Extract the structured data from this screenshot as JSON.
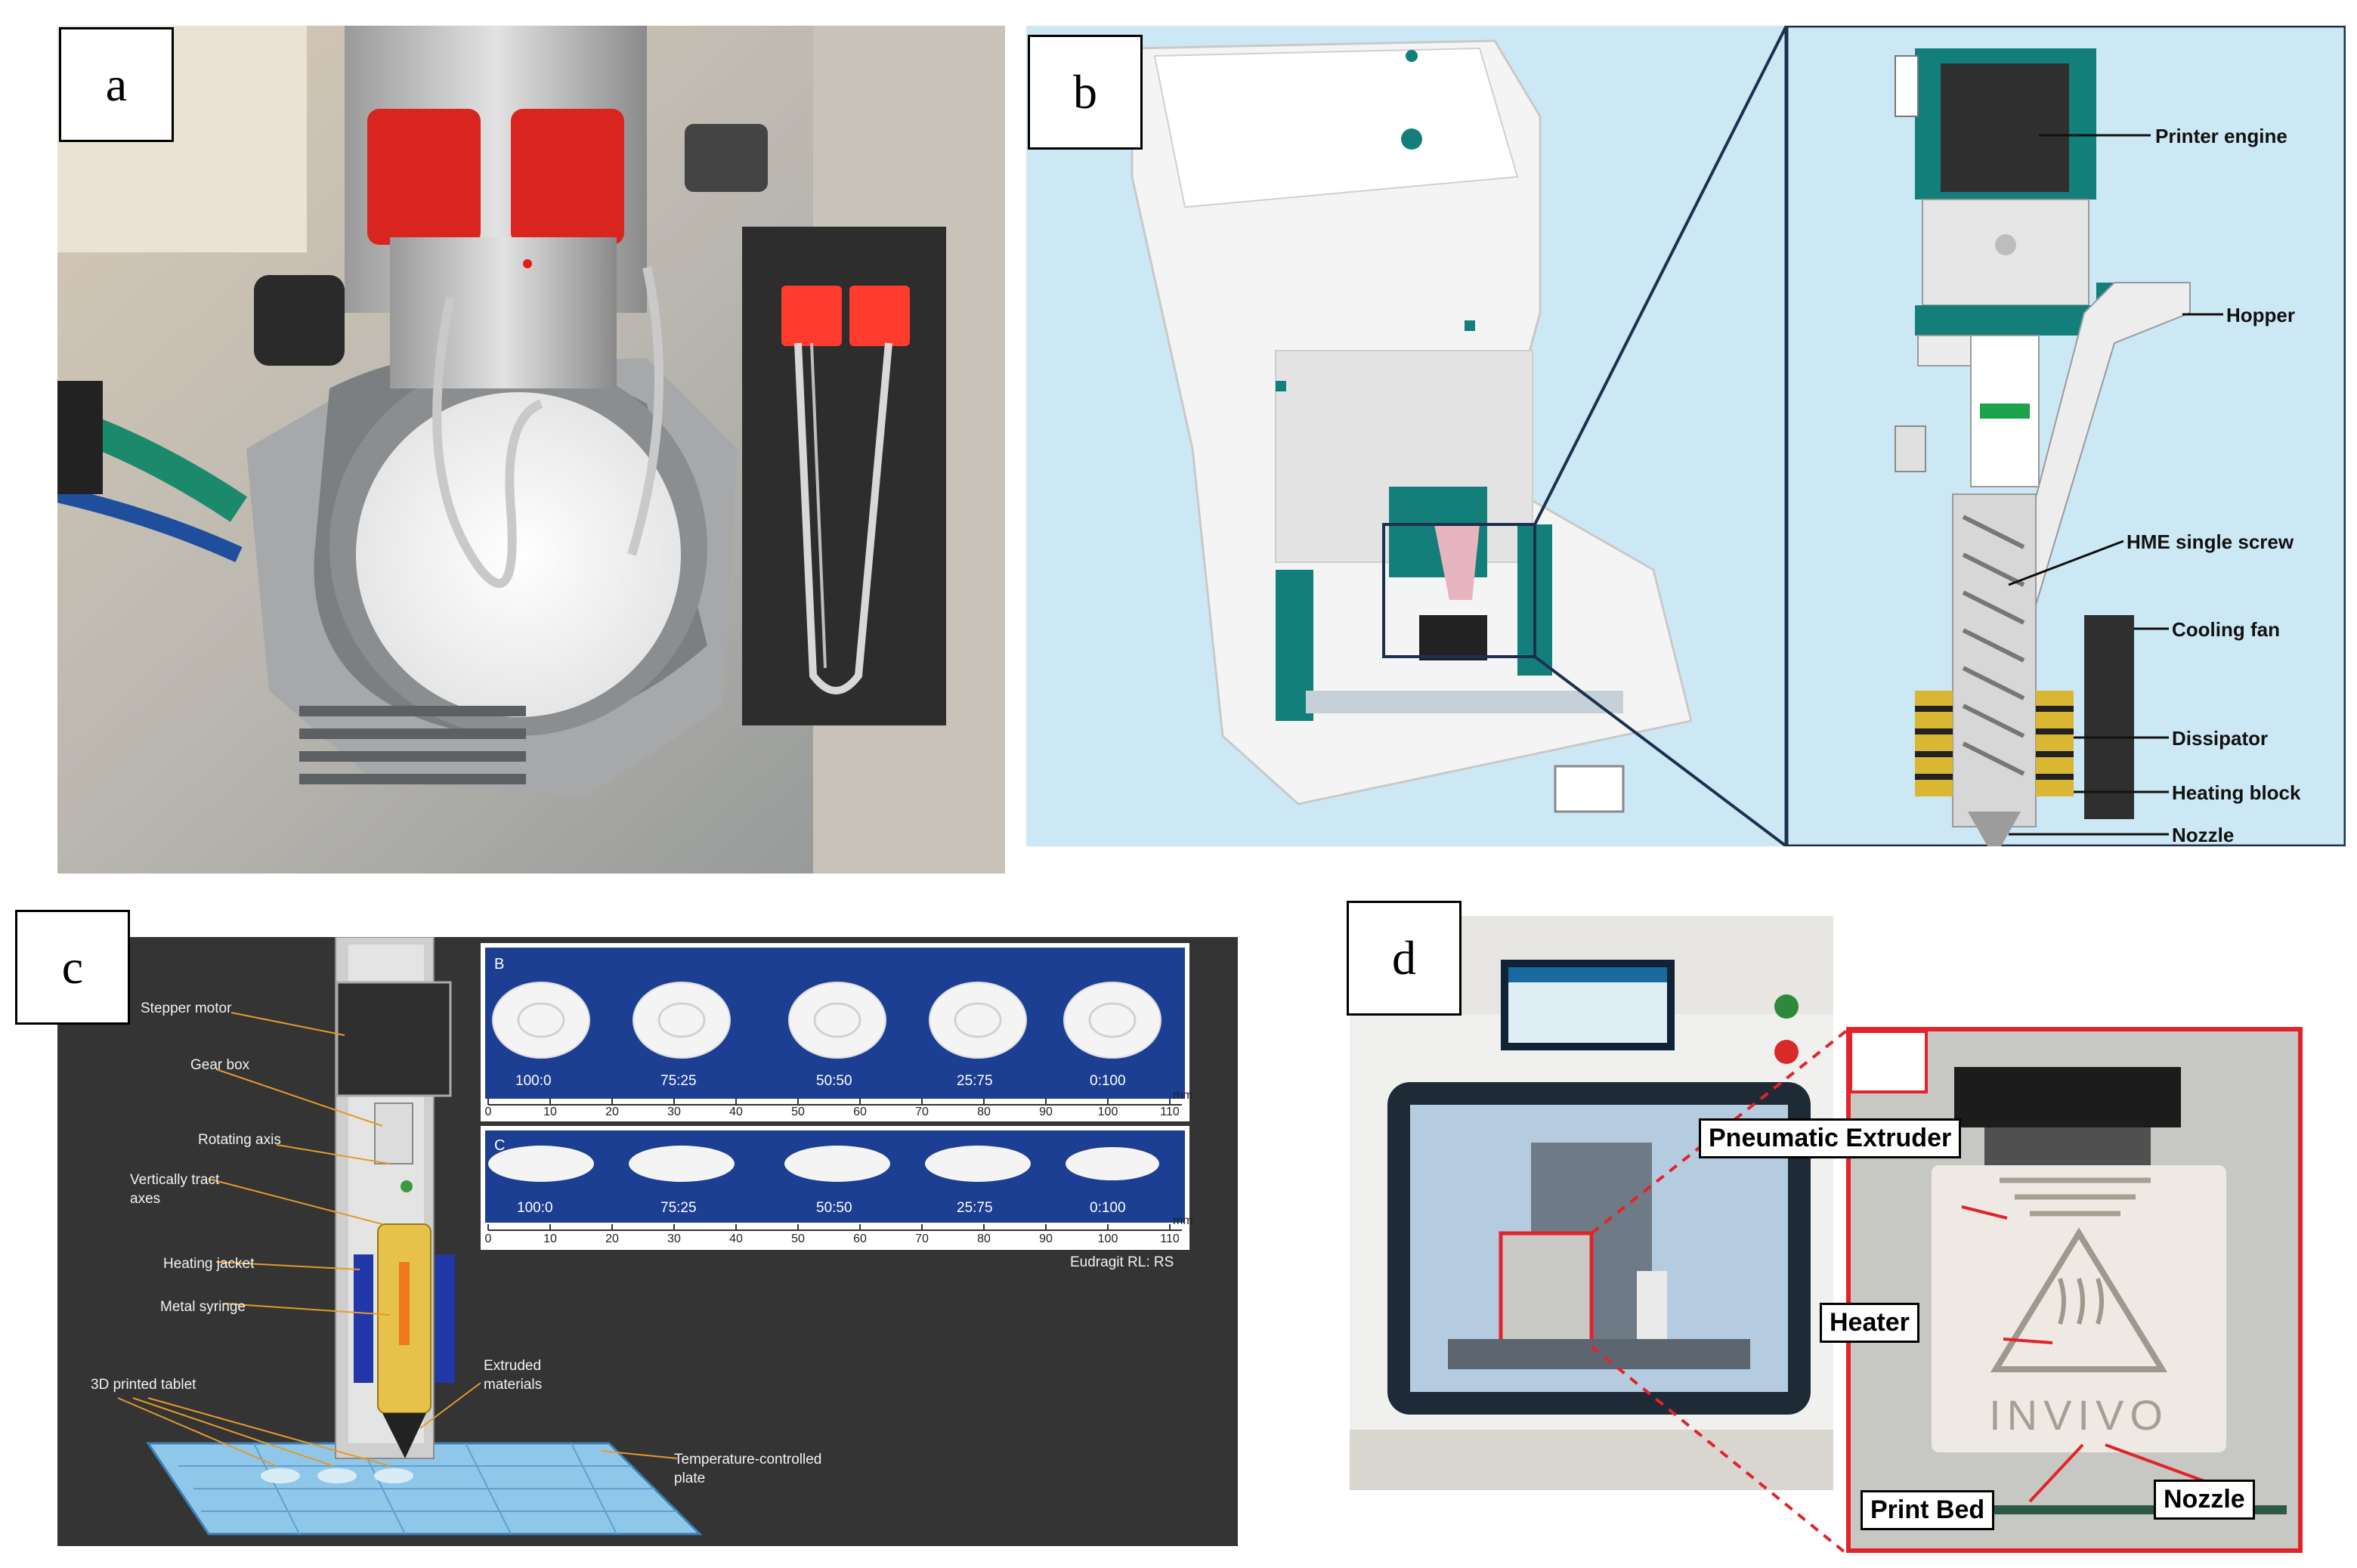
{
  "panels": {
    "a": {
      "letter": "a"
    },
    "b": {
      "letter": "b",
      "labels": [
        "Printer engine",
        "Hopper",
        "HME single screw",
        "Cooling fan",
        "Dissipator",
        "Heating block",
        "Nozzle"
      ]
    },
    "c": {
      "letter": "c",
      "labels": [
        "Stepper motor",
        "Gear box",
        "Rotating axis",
        "Vertically tract",
        "axes",
        "Heating jacket",
        "Metal syringe",
        "Extruded",
        "materials",
        "3D printed tablet",
        "Temperature-controlled",
        "plate"
      ],
      "inset_top_letter": "B",
      "inset_bottom_letter": "C",
      "ratios": [
        "100:0",
        "75:25",
        "50:50",
        "25:75",
        "0:100"
      ],
      "ruler_ticks": [
        "0",
        "10",
        "20",
        "30",
        "40",
        "50",
        "60",
        "70",
        "80",
        "90",
        "100",
        "110"
      ],
      "ruler_unit": "mm",
      "caption": "Eudragit RL: RS"
    },
    "d": {
      "letter": "d",
      "tags": {
        "extruder": "Pneumatic Extruder",
        "heater": "Heater",
        "print_bed": "Print Bed",
        "nozzle": "Nozzle"
      },
      "brand": "INVIVO"
    }
  },
  "colors": {
    "teal": "#127f7a",
    "sky": "#cde8f5",
    "dark": "#343434",
    "red": "#e2232a",
    "navy": "#1d3e80"
  }
}
